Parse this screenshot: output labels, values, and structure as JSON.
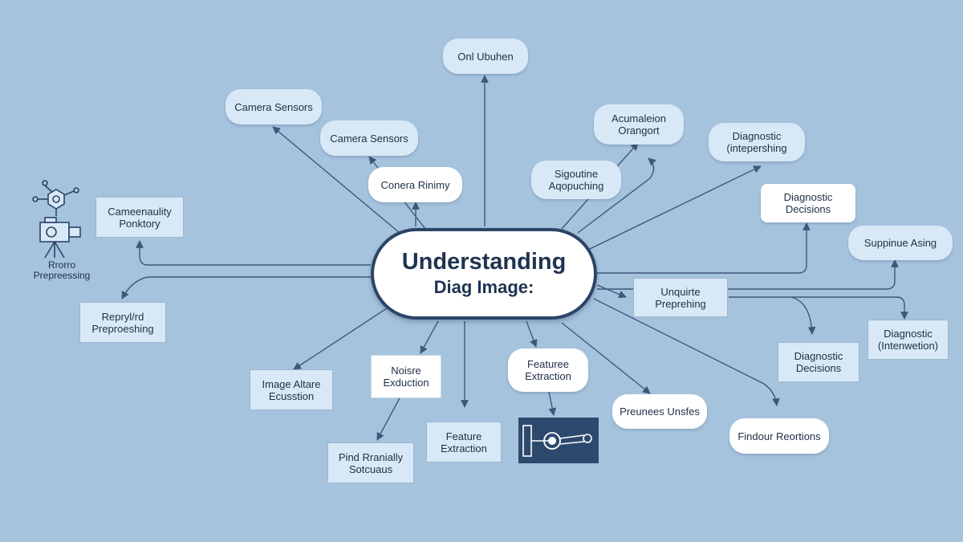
{
  "center": {
    "line1": "Understanding",
    "line2": "Diag Image:"
  },
  "left_label": "Rrorro\nPrepreessing",
  "nodes": {
    "n_onl": "Onl Ubuhen",
    "n_cam1": "Camera Sensors",
    "n_cam2": "Camera Sensors",
    "n_cenora": "Conera Rinimy",
    "n_acum": "Acumaleion\nOrangort",
    "n_sigo": "Sigoutine\nAqopuching",
    "n_diag1": "Diagnostic\n(intepershing",
    "n_diagdec1": "Diagnostic\nDecisions",
    "n_suppinue": "Suppinue Asing",
    "n_camqual": "Cameenaulity\nPonktory",
    "n_repry": "Repryl/rd\nPreproeshing",
    "n_unquirte": "Unquirte\nPreprehing",
    "n_diag2": "Diagnostic\n(Intenwetion)",
    "n_diagdec2": "Diagnostic\nDecisions",
    "n_image": "Image Altare\nEcusstion",
    "n_noise": "Noisre\nExduction",
    "n_feat1": "Featuree\nExtraction",
    "n_prevnes": "Preunees Unsfes",
    "n_findour": "Findour Reortions",
    "n_feat2": "Feature\nExtraction",
    "n_pind": "Pind Rranially\nSotcuaus"
  },
  "colors": {
    "background": "#a6c3de",
    "node_fill": "#d8e8f6",
    "node_white": "#ffffff",
    "line": "#3d5878",
    "center_border": "#2c4466"
  }
}
